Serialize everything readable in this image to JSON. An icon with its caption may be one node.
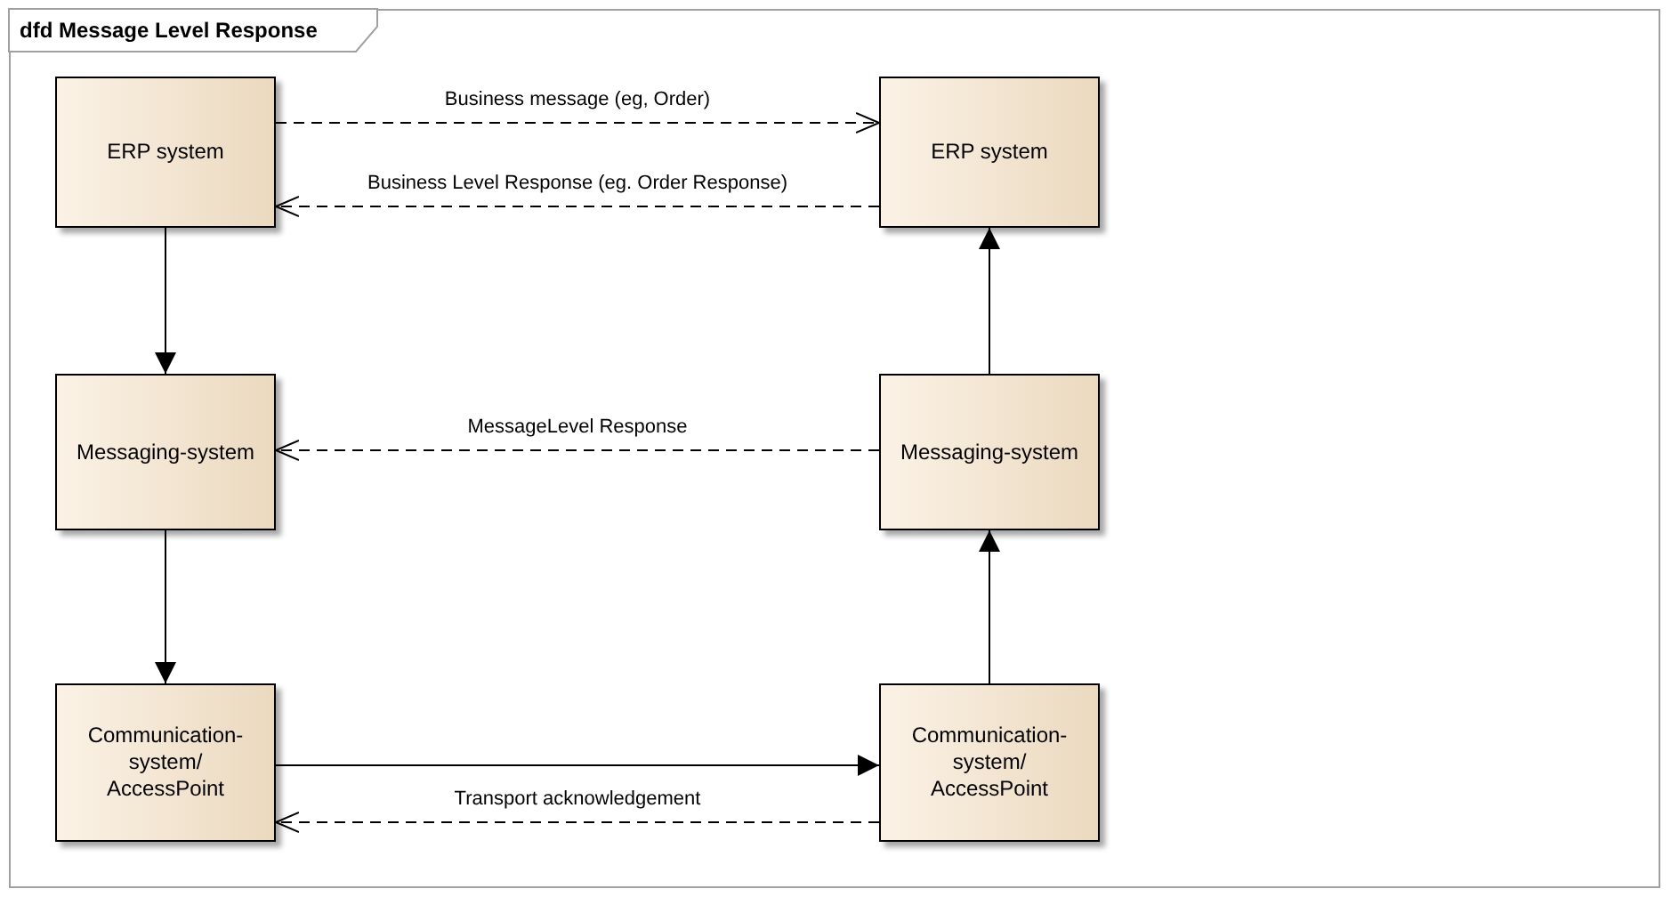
{
  "diagram": {
    "title": "dfd Message Level Response",
    "nodes": [
      {
        "text": [
          "ERP system"
        ]
      },
      {
        "text": [
          "ERP system"
        ]
      },
      {
        "text": [
          "Messaging-system"
        ]
      },
      {
        "text": [
          "Messaging-system"
        ]
      },
      {
        "text": [
          "Communication-system/ AccessPoint"
        ]
      },
      {
        "text": [
          "Communication-system/ AccessPoint"
        ]
      }
    ],
    "edges": [
      {
        "from": 0,
        "to": 1,
        "arrow": "to",
        "style": "dashed",
        "label": "Business message (eg, Order)"
      },
      {
        "from": 1,
        "to": 0,
        "arrow": "to",
        "style": "dashed",
        "label": "Business Level Response (eg. Order Response)"
      },
      {
        "from": 0,
        "to": 2,
        "arrow": "to"
      },
      {
        "from": 3,
        "to": 2,
        "arrow": "to",
        "style": "dashed",
        "label": "MessageLevel Response"
      },
      {
        "from": 3,
        "to": 1,
        "arrow": "to"
      },
      {
        "from": 2,
        "to": 4,
        "arrow": "to"
      },
      {
        "from": 5,
        "to": 3,
        "arrow": "to"
      },
      {
        "from": 4,
        "to": 5,
        "arrow": "to"
      },
      {
        "from": 5,
        "to": 4,
        "arrow": "to",
        "style": "dashed",
        "label": "Transport acknowledgement"
      }
    ]
  }
}
